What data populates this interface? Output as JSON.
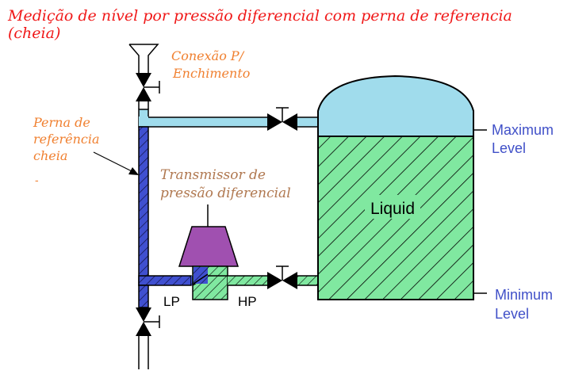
{
  "title": {
    "line1": "Medição de nível por pressão diferencial com  perna de referencia",
    "line2": "(cheia)"
  },
  "labels": {
    "fill_connection_line1": "Conexão P/",
    "fill_connection_line2": "Enchimento",
    "reference_leg_line1": "Perna de",
    "reference_leg_line2": "referência",
    "reference_leg_line3": "cheia",
    "transmitter_line1": "Transmissor de",
    "transmitter_line2": "pressão diferencial",
    "liquid": "Liquid",
    "maximum_level_line1": "Maximum",
    "maximum_level_line2": "Level",
    "minimum_level_line1": "Minimum",
    "minimum_level_line2": "Level",
    "lp": "LP",
    "hp": "HP",
    "dash": "-"
  },
  "colors": {
    "title_red": "#f01818",
    "label_orange": "#f08030",
    "label_brown": "#b07850",
    "level_blue": "#4050c8",
    "vapor_blue": "#a0dcec",
    "liquid_green": "#80e8a0",
    "leg_blue": "#4050d0",
    "transmitter_purple": "#a050b0"
  }
}
